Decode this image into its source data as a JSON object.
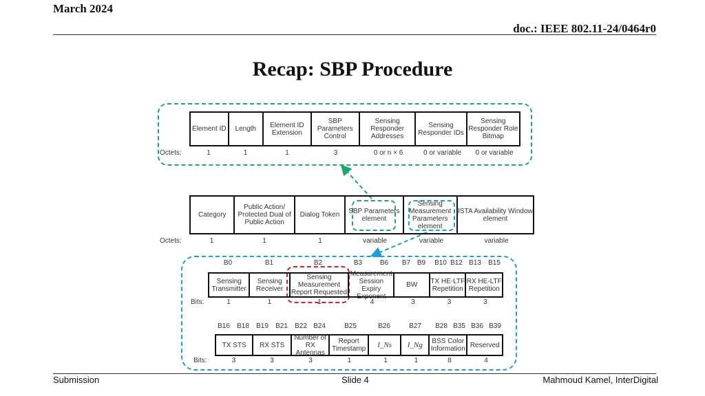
{
  "header": {
    "date": "March 2024",
    "doc": "doc.: IEEE 802.11-24/0464r0"
  },
  "title": "Recap: SBP Procedure",
  "footer": {
    "left": "Submission",
    "center": "Slide 4",
    "right": "Mahmoud Kamel, InterDigital"
  },
  "sbp_element": {
    "row_label": "Octets:",
    "fields": [
      "Element ID",
      "Length",
      "Element ID Extension",
      "SBP Parameters Control",
      "Sensing Responder Addresses",
      "Sensing Responder IDs",
      "Sensing Responder Role Bitmap"
    ],
    "sizes": [
      "1",
      "1",
      "1",
      "3",
      "0 or n × 6",
      "0 or variable",
      "0 or variable"
    ]
  },
  "frame": {
    "row_label": "Octets:",
    "fields": [
      "Category",
      "Public Action/ Protected Dual of Public Action",
      "Dialog Token",
      "SBP Parameters element",
      "Sensing Measurement Parameters element",
      "ISTA Availability Window element"
    ],
    "sizes": [
      "1",
      "1",
      "1",
      "variable",
      "variable",
      "variable"
    ]
  },
  "control1": {
    "row_label": "Bits:",
    "bit_labels": [
      "B0",
      "B1",
      "B2",
      "B3",
      "B6",
      "B7",
      "B9",
      "B10",
      "B12",
      "B13",
      "B15"
    ],
    "fields": [
      "Sensing Transmitter",
      "Sensing Receiver",
      "Sensing Measurement Report Requested",
      "Measurement Session Expiry Exponent",
      "BW",
      "TX HE-LTF Repetition",
      "RX HE-LTF Repetition"
    ],
    "sizes": [
      "1",
      "1",
      "1",
      "4",
      "3",
      "3",
      "3"
    ]
  },
  "control2": {
    "row_label": "Bits:",
    "bit_labels": [
      "B16",
      "B18",
      "B19",
      "B21",
      "B22",
      "B24",
      "B25",
      "B26",
      "B27",
      "B28",
      "B35",
      "B36",
      "B39"
    ],
    "fields": [
      "TX STS",
      "RX STS",
      "Number of RX Antennas",
      "Report Timestamp",
      "I_Ns",
      "I_Ng",
      "BSS Color Information",
      "Reserved"
    ],
    "sizes": [
      "3",
      "3",
      "3",
      "1",
      "1",
      "1",
      "8",
      "4"
    ]
  },
  "colors": {
    "green": "#1aa86a",
    "blue": "#1a9fd8",
    "red": "#d92020"
  }
}
